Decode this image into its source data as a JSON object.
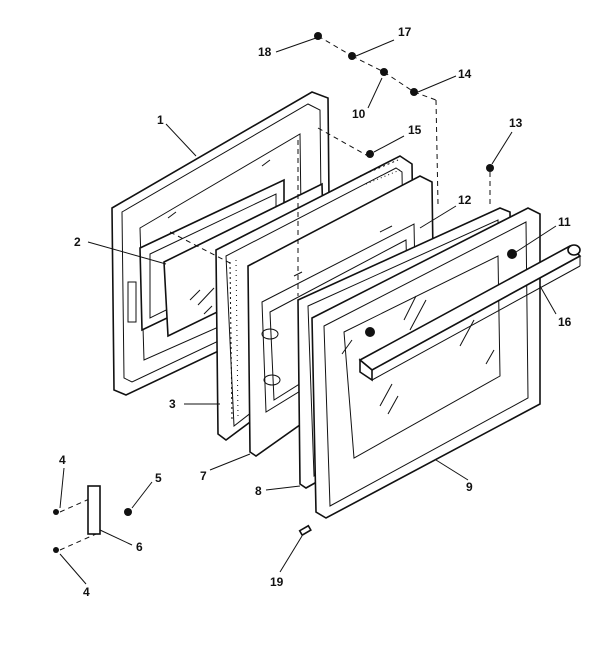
{
  "callouts": [
    {
      "id": "c1",
      "text": "1"
    },
    {
      "id": "c2",
      "text": "2"
    },
    {
      "id": "c3",
      "text": "3"
    },
    {
      "id": "c4a",
      "text": "4"
    },
    {
      "id": "c4b",
      "text": "4"
    },
    {
      "id": "c5",
      "text": "5"
    },
    {
      "id": "c6",
      "text": "6"
    },
    {
      "id": "c7",
      "text": "7"
    },
    {
      "id": "c8",
      "text": "8"
    },
    {
      "id": "c9",
      "text": "9"
    },
    {
      "id": "c10",
      "text": "10"
    },
    {
      "id": "c11",
      "text": "11"
    },
    {
      "id": "c12",
      "text": "12"
    },
    {
      "id": "c13",
      "text": "13"
    },
    {
      "id": "c14",
      "text": "14"
    },
    {
      "id": "c15",
      "text": "15"
    },
    {
      "id": "c16",
      "text": "16"
    },
    {
      "id": "c17",
      "text": "17"
    },
    {
      "id": "c18",
      "text": "18"
    },
    {
      "id": "c19",
      "text": "19"
    }
  ]
}
